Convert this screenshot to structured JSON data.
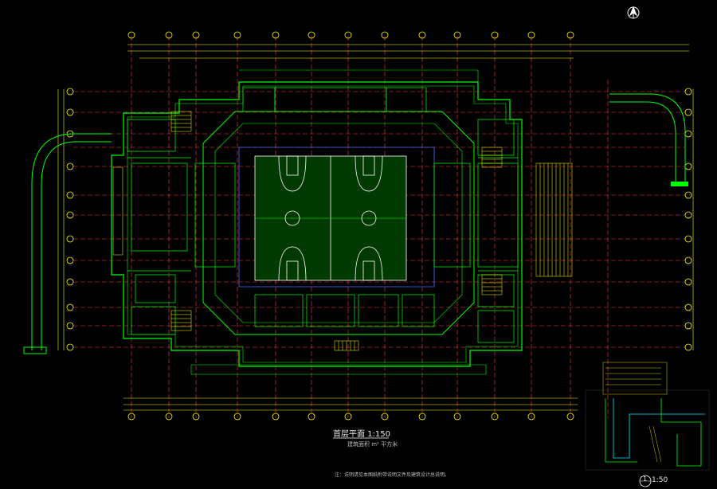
{
  "drawing": {
    "title": "首层平面  1:150",
    "subtitle": "建筑面积  m²  平方米",
    "note": "注：说明请见本图纸附带说明文件及建筑设计总说明。",
    "detail_number": "1",
    "detail_scale": "1:50"
  },
  "colors": {
    "background": "#000000",
    "wall": "#00ff00",
    "axis": "#ff3b3b",
    "dimension": "#ffff00",
    "detail": "#00e5ff",
    "text": "#ffffff",
    "court": "#00cc00",
    "court_lines": "#ffffff"
  },
  "icons": [
    "north-arrow-icon"
  ]
}
